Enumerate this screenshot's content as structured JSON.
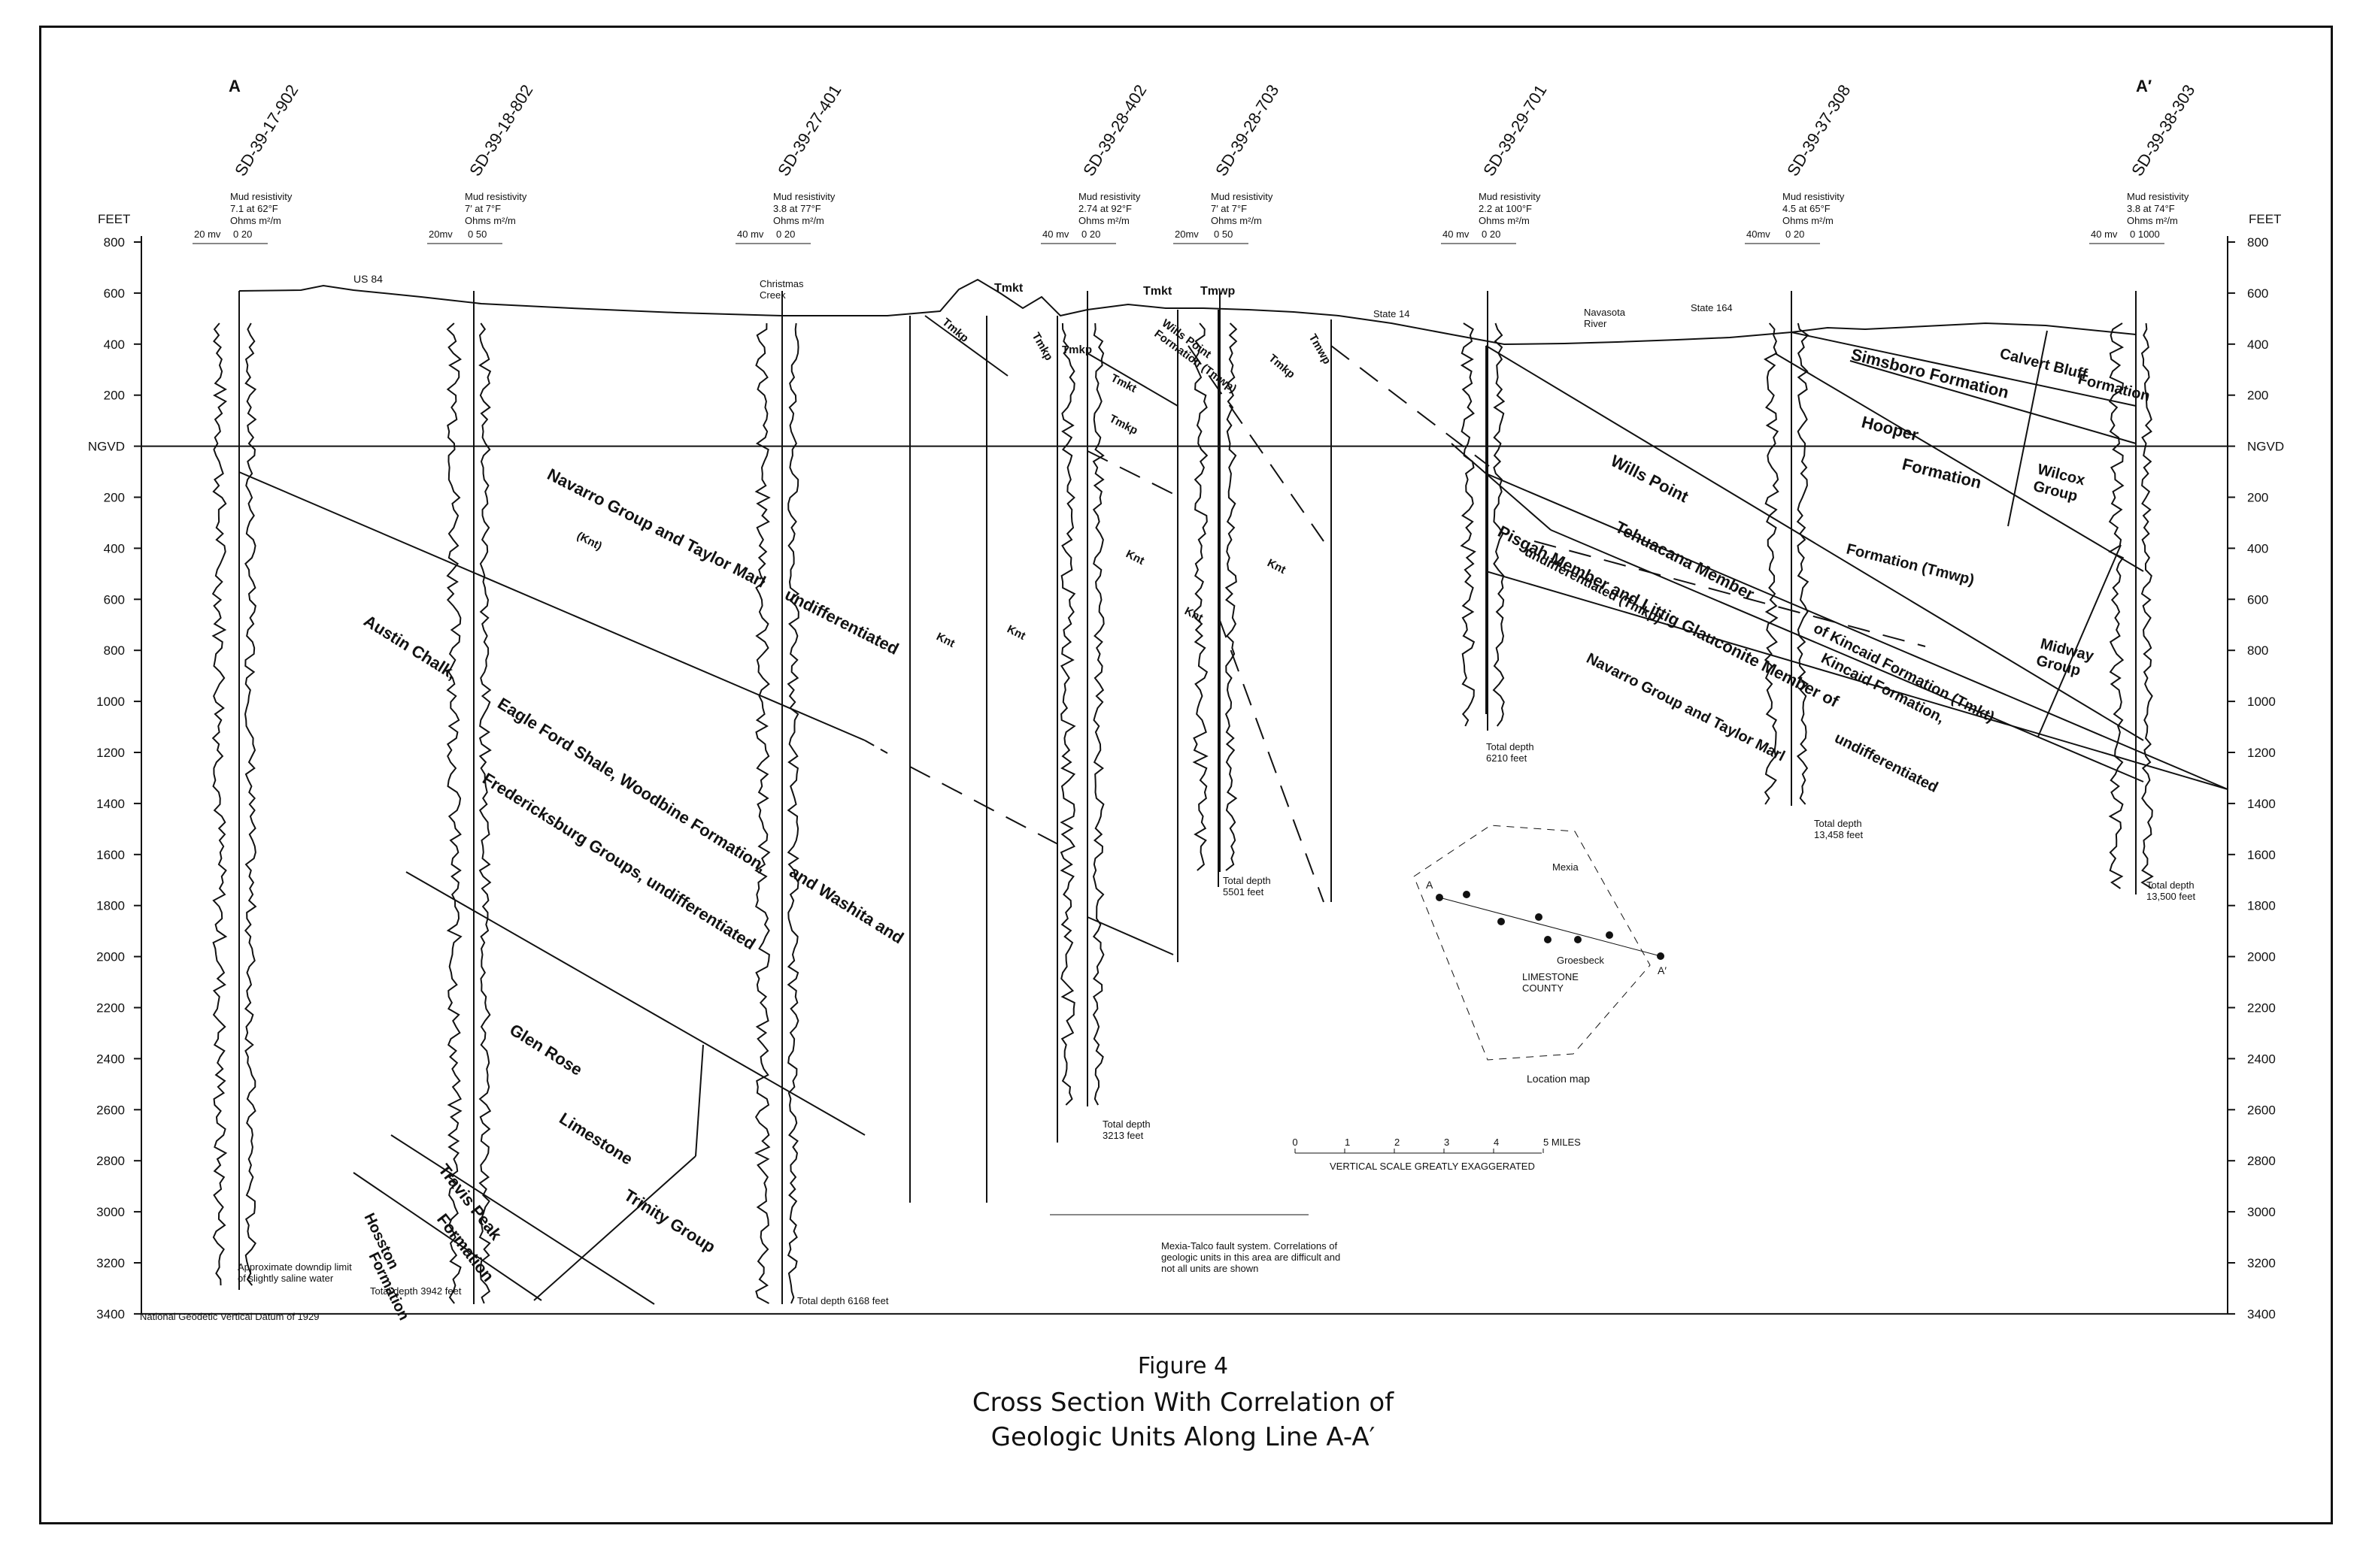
{
  "section_ends": {
    "left": "A",
    "right": "A′"
  },
  "feet_label": "FEET",
  "depth_scale": [
    "800",
    "600",
    "400",
    "200",
    "NGVD",
    "200",
    "400",
    "600",
    "800",
    "1000",
    "1200",
    "1400",
    "1600",
    "1800",
    "2000",
    "2200",
    "2400",
    "2600",
    "2800",
    "3000",
    "3200",
    "3400"
  ],
  "wells": [
    {
      "id": "SD-39-17-902",
      "mud": "7.1 at 62°F",
      "sp": "20 mv",
      "res": "0    20"
    },
    {
      "id": "SD-39-18-802",
      "mud": "7′ at 7°F",
      "sp": "20mv",
      "res": "0    50"
    },
    {
      "id": "SD-39-27-401",
      "mud": "3.8 at 77°F",
      "sp": "40 mv",
      "res": "0    20"
    },
    {
      "id": "SD-39-28-402",
      "mud": "2.74 at 92°F",
      "sp": "40 mv",
      "res": "0    20"
    },
    {
      "id": "SD-39-28-703",
      "mud": "7′ at 7°F",
      "sp": "20mv",
      "res": "0    50"
    },
    {
      "id": "SD-39-29-701",
      "mud": "2.2 at 100°F",
      "sp": "40 mv",
      "res": "0    20"
    },
    {
      "id": "SD-39-37-308",
      "mud": "4.5 at 65°F",
      "sp": "40mv",
      "res": "0    20"
    },
    {
      "id": "SD-39-38-303",
      "mud": "3.8 at 74°F",
      "sp": "40 mv",
      "res": "0    1000"
    }
  ],
  "mud_resistivity_label": "Mud resistivity",
  "ohms_label": "Ohms m²/m",
  "surface_labels": {
    "us84": "US 84",
    "christmas_creek": "Christmas\nCreek",
    "state14": "State 14",
    "navasota_river": "Navasota\nRiver",
    "state164": "State 164"
  },
  "unit_labels": {
    "navarro_taylor_left": "Navarro Group and Taylor Marl",
    "knt_left": "(Knt)",
    "undiff_left": "undifferentiated",
    "austin_chalk": "Austin Chalk,",
    "eagle_ford": "Eagle Ford Shale,  Woodbine  Formation,",
    "washita": "and  Washita  and",
    "fredericksburg": "Fredericksburg Groups, undifferentiated",
    "glen_rose": "Glen  Rose",
    "limestone": "Limestone",
    "trinity": "Trinity Group",
    "travis_peak": "Travis Peak",
    "travis_formation": "Formation",
    "hosston": "Hosston",
    "hosston_formation": "Formation",
    "knt": "Knt",
    "tmkt": "Tmkt",
    "tmkp": "Tmkp",
    "tmwp": "Tmwp",
    "wills_point_formation": "Wills Point\nFormation (Tmwp)",
    "wills_point": "Wills          Point",
    "tehuacana": "Tehuacana        Member",
    "pisgah": "Pisgah Member and Littig Glauconite Member of",
    "undiff_tmkp": "undifferentiated  (Tmkp)",
    "kincaid_tmkt": "of Kincaid Formation (Tmkt)",
    "kincaid": "Kincaid Formation,",
    "navarro_taylor_right": "Navarro Group and Taylor Marl",
    "undiff_right": "undifferentiated",
    "simsboro": "Simsboro  Formation",
    "calvert": "Calvert   Bluff",
    "calvert_formation": "Formation",
    "hooper": "Hooper",
    "hooper_formation": "Formation",
    "formation_tmwp": "Formation (Tmwp)",
    "wilcox": "Wilcox\nGroup",
    "midway": "Midway\nGroup"
  },
  "total_depths": [
    "Total depth 3942 feet",
    "Total depth 6168 feet",
    "Total depth\n3213 feet",
    "Total depth\n5501 feet",
    "Total depth\n6210 feet",
    "Total depth\n13,458 feet",
    "Total depth\n13,500 feet"
  ],
  "notes": {
    "saline_limit": "Approximate downdip limit\nof slightly saline water",
    "datum": "National Geodetic Vertical Datum of 1929",
    "mexia_talco": "Mexia-Talco fault system. Correlations of\ngeologic units in this area are difficult and\nnot all units are shown"
  },
  "scale_bar": {
    "ticks": [
      "0",
      "1",
      "2",
      "3",
      "4",
      "5 MILES"
    ],
    "note": "VERTICAL SCALE GREATLY EXAGGERATED"
  },
  "location_map": {
    "mexia": "Mexia",
    "groesbeck": "Groesbeck",
    "county": "LIMESTONE\nCOUNTY",
    "caption": "Location map",
    "a": "A",
    "a_prime": "A′"
  },
  "figure": {
    "number": "Figure 4",
    "title_line1": "Cross Section With Correlation of",
    "title_line2": "Geologic Units Along Line A-A′"
  }
}
